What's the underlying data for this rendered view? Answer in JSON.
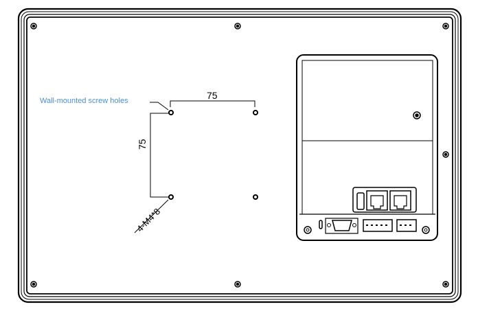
{
  "annotations": {
    "screw_holes_label": "Wall-mounted screw holes",
    "horizontal_spacing": "75",
    "vertical_spacing": "75",
    "screw_spec": "4-M4*8"
  },
  "colors": {
    "label": "#4a8fd0",
    "line": "#000000"
  }
}
